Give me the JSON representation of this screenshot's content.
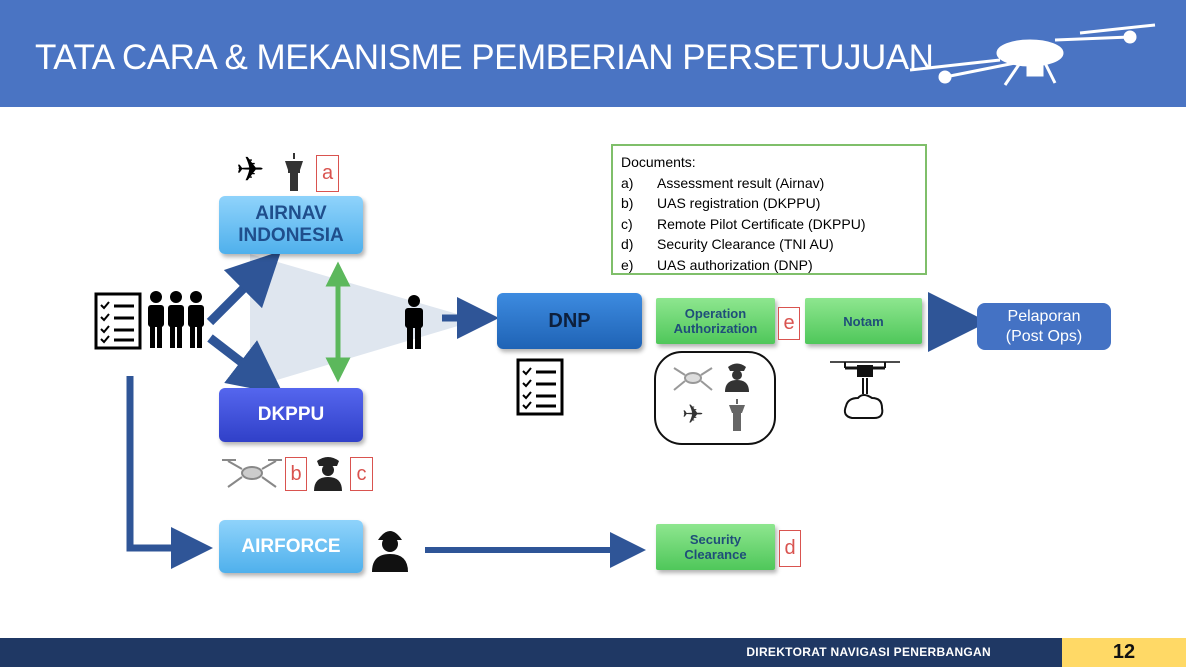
{
  "header": {
    "title": "TATA CARA & MEKANISME PEMBERIAN PERSETUJUAN"
  },
  "nodes": {
    "airnav": "AIRNAV INDONESIA",
    "airnav_line1": "AIRNAV",
    "airnav_line2": "INDONESIA",
    "dkppu": "DKPPU",
    "airforce": "AIRFORCE",
    "dnp": "DNP",
    "operation_authorization_1": "Operation",
    "operation_authorization_2": "Authorization",
    "notam": "Notam",
    "pelaporan_1": "Pelaporan",
    "pelaporan_2": "(Post Ops)",
    "security_clearance_1": "Security",
    "security_clearance_2": "Clearance"
  },
  "letters": {
    "a": "a",
    "b": "b",
    "c": "c",
    "d": "d",
    "e": "e"
  },
  "documents": {
    "title": "Documents:",
    "items": [
      {
        "key": "a)",
        "text": "Assessment result (Airnav)"
      },
      {
        "key": "b)",
        "text": "UAS registration (DKPPU)"
      },
      {
        "key": "c)",
        "text": "Remote Pilot Certificate (DKPPU)"
      },
      {
        "key": "d)",
        "text": "Security Clearance (TNI AU)"
      },
      {
        "key": "e)",
        "text": "UAS authorization (DNP)"
      }
    ]
  },
  "footer": {
    "org": "DIREKTORAT NAVIGASI PENERBANGAN",
    "page": "12"
  },
  "colors": {
    "header": "#4a74c3",
    "footer": "#1f3864",
    "page_badge": "#ffd966",
    "arrow": "#2f5597",
    "green_arrow": "#5cb85c"
  }
}
